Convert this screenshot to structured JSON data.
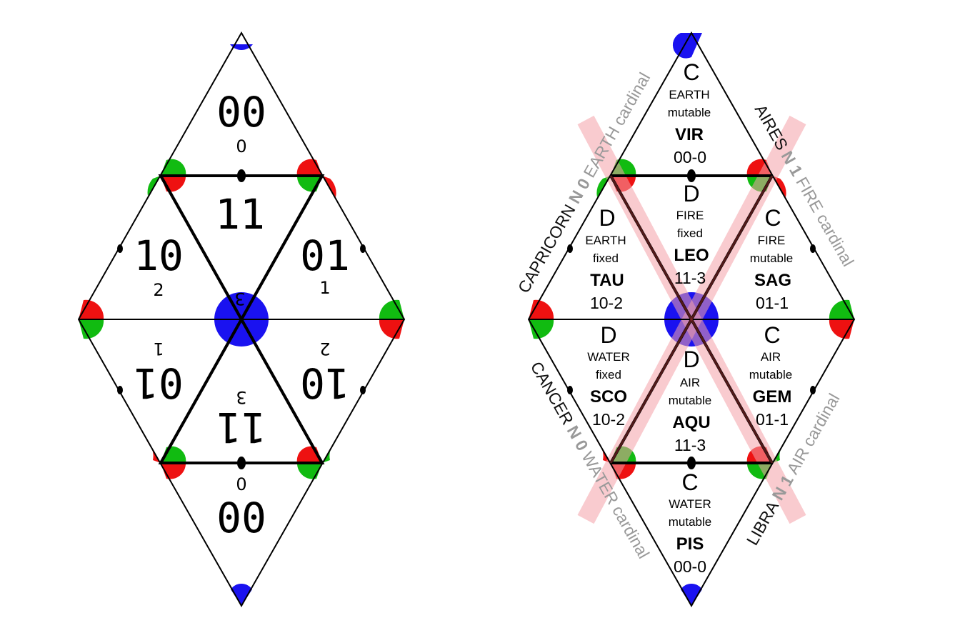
{
  "left_diamond": {
    "top": {
      "code": "00",
      "index": "0"
    },
    "upper": {
      "code": "11",
      "index": "3"
    },
    "upper_left": {
      "code": "10",
      "index": "2"
    },
    "upper_right": {
      "code": "01",
      "index": "1"
    },
    "lower_left": {
      "code": "01",
      "index": "1"
    },
    "lower_right": {
      "code": "10",
      "index": "2"
    },
    "lower": {
      "code": "11",
      "index": "3"
    },
    "bottom": {
      "code": "00",
      "index": "0"
    }
  },
  "right_diamond": {
    "top": {
      "letter": "C",
      "element": "EARTH",
      "mode": "mutable",
      "sign": "VIR",
      "code": "00-0"
    },
    "upper": {
      "letter": "D",
      "element": "FIRE",
      "mode": "fixed",
      "sign": "LEO",
      "code": "11-3"
    },
    "upper_left": {
      "letter": "D",
      "element": "EARTH",
      "mode": "fixed",
      "sign": "TAU",
      "code": "10-2"
    },
    "upper_right": {
      "letter": "C",
      "element": "FIRE",
      "mode": "mutable",
      "sign": "SAG",
      "code": "01-1"
    },
    "lower_left": {
      "letter": "D",
      "element": "WATER",
      "mode": "fixed",
      "sign": "SCO",
      "code": "10-2"
    },
    "lower": {
      "letter": "D",
      "element": "AIR",
      "mode": "mutable",
      "sign": "AQU",
      "code": "11-3"
    },
    "lower_right": {
      "letter": "C",
      "element": "AIR",
      "mode": "mutable",
      "sign": "GEM",
      "code": "01-1"
    },
    "bottom": {
      "letter": "C",
      "element": "WATER",
      "mode": "mutable",
      "sign": "PIS",
      "code": "00-0"
    }
  },
  "side_labels": {
    "upper_left": {
      "sign": "CAPRICORN",
      "node": "N 0",
      "element": "EARTH cardinal"
    },
    "upper_right": {
      "sign": "AIRES",
      "node": "N 1",
      "element": "FIRE cardinal"
    },
    "lower_left": {
      "sign": "CANCER",
      "node": "N 0",
      "element": "WATER cardinal"
    },
    "lower_right": {
      "sign": "LIBRA",
      "node": "N 1",
      "element": "AIR cardinal"
    }
  },
  "colors": {
    "blue": "#1a12f0",
    "red": "#ee1111",
    "green": "#11bb11",
    "pink_x": "#f4a0a8",
    "line": "#000000",
    "cardinal_gray": "#999999"
  }
}
